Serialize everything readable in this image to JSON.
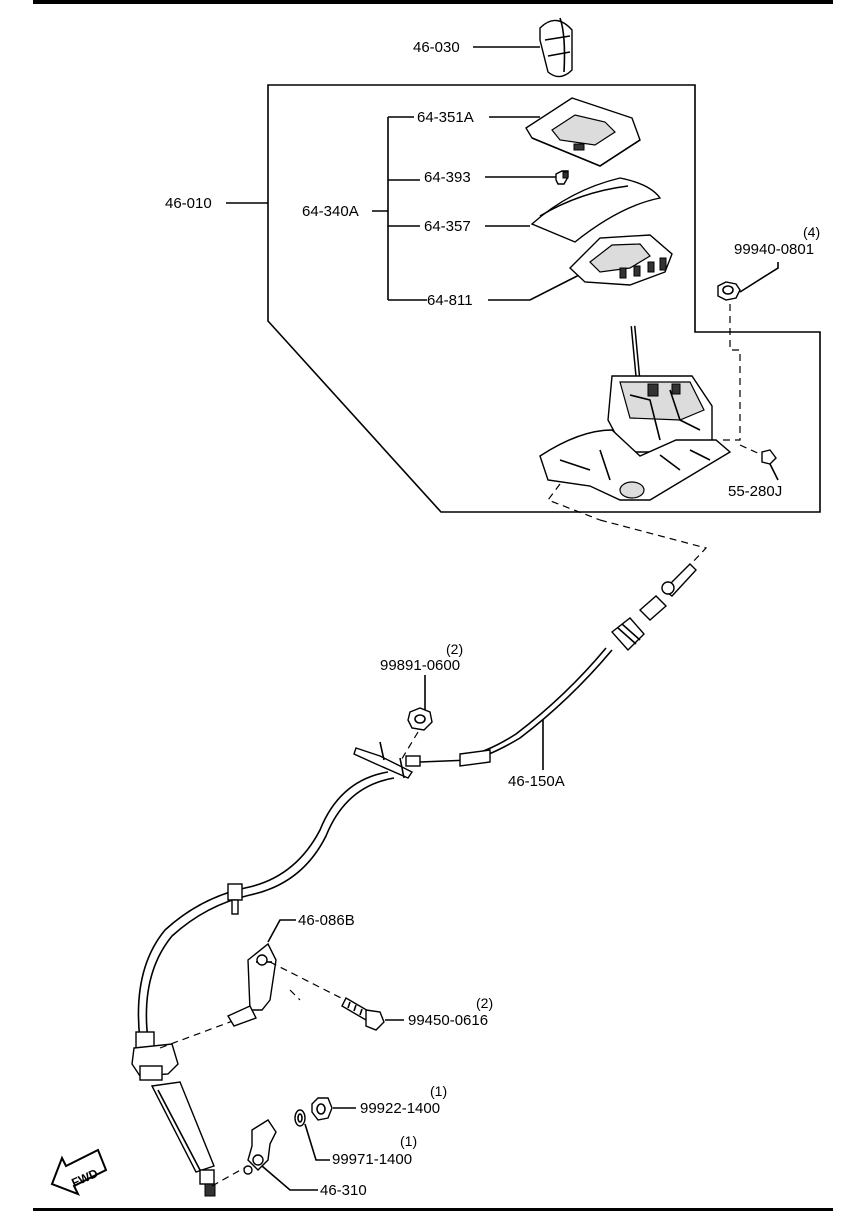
{
  "parts": {
    "shift_knob": "46-030",
    "shift_lever_assembly": "46-010",
    "indicator_panel_assembly": "64-340A",
    "indicator_panel": "64-351A",
    "indicator_bulb": "64-393",
    "slide_cover": "64-357",
    "indicator_base": "64-811",
    "nut_4": {
      "number": "99940-0801",
      "qty": "(4)"
    },
    "clip": "55-280J",
    "nut_2": {
      "number": "99891-0600",
      "qty": "(2)"
    },
    "selector_cable": "46-150A",
    "bracket": "46-086B",
    "bolt": {
      "number": "99450-0616",
      "qty": "(2)"
    },
    "nut_1": {
      "number": "99922-1400",
      "qty": "(1)"
    },
    "washer": {
      "number": "99971-1400",
      "qty": "(1)"
    },
    "lever": "46-310"
  },
  "fwd_label": "FWD"
}
